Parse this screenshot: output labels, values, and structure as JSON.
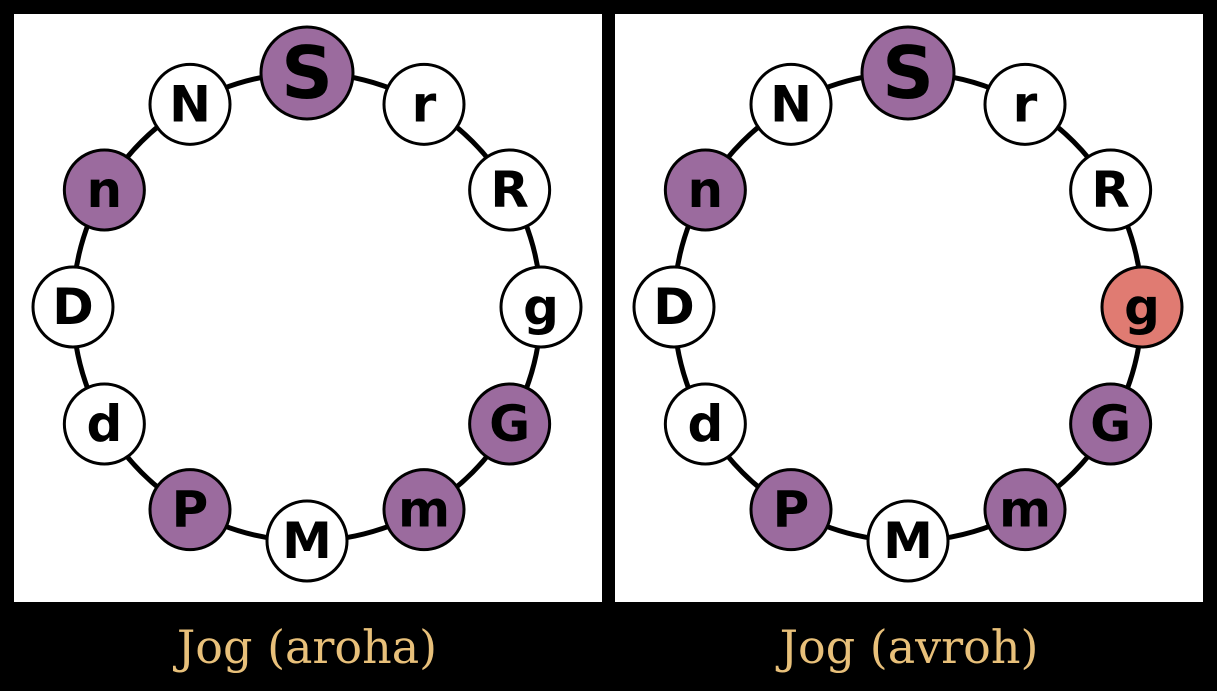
{
  "colors": {
    "purple": "#9b6b9e",
    "red": "#e07b72",
    "white": "#ffffff",
    "caption": "#e8c07a"
  },
  "notes": [
    "S",
    "r",
    "R",
    "g",
    "G",
    "m",
    "M",
    "P",
    "d",
    "D",
    "n",
    "N"
  ],
  "panels": [
    {
      "caption": "Jog (aroha)",
      "highlight": {
        "S": "purple",
        "n": "purple",
        "P": "purple",
        "m": "purple",
        "G": "purple"
      }
    },
    {
      "caption": "Jog (avroh)",
      "highlight": {
        "S": "purple",
        "n": "purple",
        "P": "purple",
        "m": "purple",
        "G": "purple",
        "g": "red"
      }
    }
  ]
}
